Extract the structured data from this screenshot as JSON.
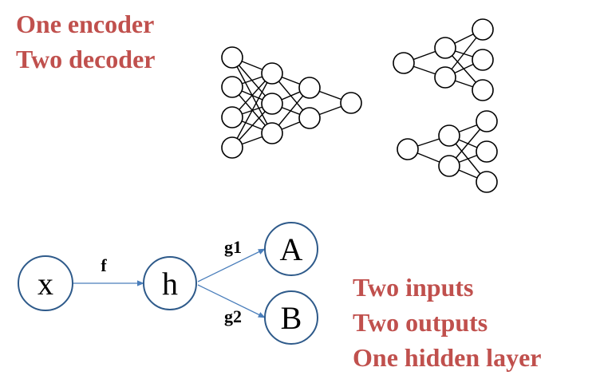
{
  "top_caption": {
    "line1": "One encoder",
    "line2": "Two decoder"
  },
  "bottom_caption": {
    "line1": "Two inputs",
    "line2": "Two outputs",
    "line3": "One hidden layer"
  },
  "flow": {
    "nodes": {
      "x": "x",
      "h": "h",
      "a": "A",
      "b": "B"
    },
    "edges": {
      "f": "f",
      "g1": "g1",
      "g2": "g2"
    },
    "edge_color": "#4a7ebb"
  },
  "colors": {
    "caption": "#c0504d",
    "node_stroke": "#2e5a8a",
    "network_stroke": "#000000"
  }
}
